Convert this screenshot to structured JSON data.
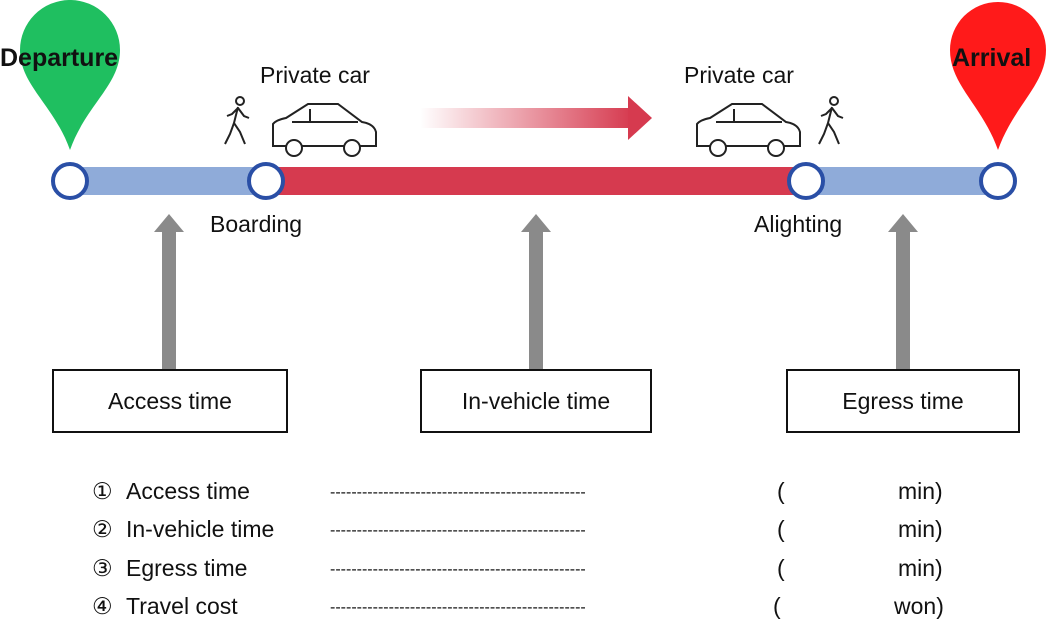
{
  "endpoints": {
    "departure": {
      "label": "Departure",
      "color": "#1fbf60"
    },
    "arrival": {
      "label": "Arrival",
      "color": "#ff1a1a"
    }
  },
  "line_colors": {
    "walk": "#8fabd9",
    "car": "#d63a4f",
    "node_stroke": "#2a4fa6"
  },
  "modes": [
    {
      "label": "Private car",
      "icon": "car-icon"
    },
    {
      "label": "Private car",
      "icon": "car-icon"
    }
  ],
  "nodes": {
    "boarding": "Boarding",
    "alighting": "Alighting"
  },
  "boxes": {
    "access": "Access time",
    "in_vehicle": "In-vehicle time",
    "egress": "Egress time"
  },
  "legend": [
    {
      "num": "①",
      "label": "Access time",
      "dashes": "------------------------------------------------",
      "open": "(",
      "unit": "min)"
    },
    {
      "num": "②",
      "label": "In-vehicle time",
      "dashes": "------------------------------------------------",
      "open": "(",
      "unit": "min)"
    },
    {
      "num": "③",
      "label": "Egress time",
      "dashes": "------------------------------------------------",
      "open": "(",
      "unit": "min)"
    },
    {
      "num": "④",
      "label": "Travel cost",
      "dashes": "------------------------------------------------",
      "open": "(",
      "unit": "won)"
    }
  ]
}
